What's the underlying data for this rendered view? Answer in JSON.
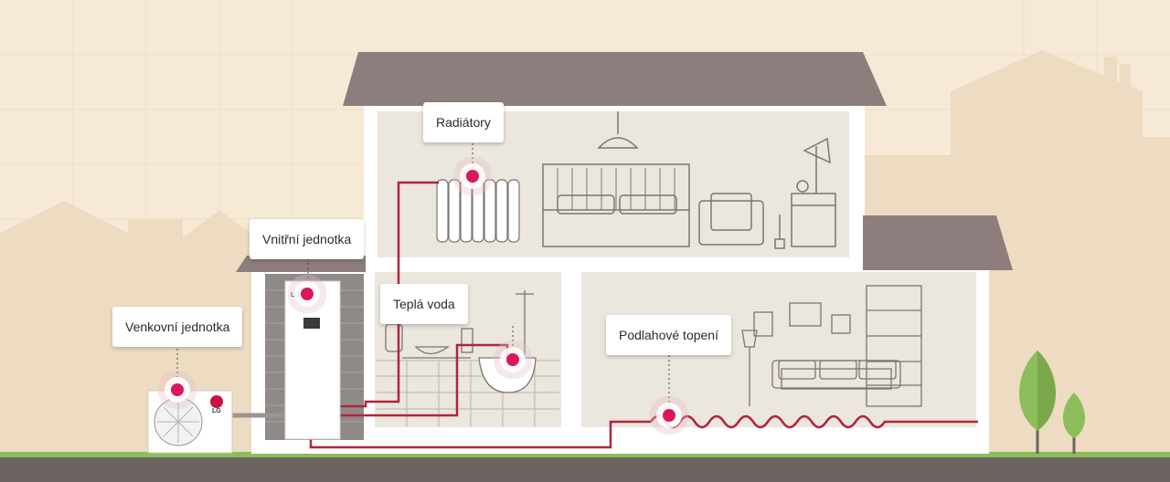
{
  "colors": {
    "sky": "#f6ead6",
    "roof": "#8e7d7d",
    "wall": "#ffffff",
    "room": "#ebe6de",
    "pipe": "#b0243d",
    "accent": "#d8185a",
    "grass": "#8cbd5a",
    "ground": "#6b6460"
  },
  "labels": {
    "radiators": "Radiátory",
    "indoor_unit": "Vnitřní jednotka",
    "hot_water": "Teplá voda",
    "outdoor_unit": "Venkovní jednotka",
    "floor_heating": "Podlahové topení"
  },
  "brand": {
    "logo_text": "LG"
  }
}
